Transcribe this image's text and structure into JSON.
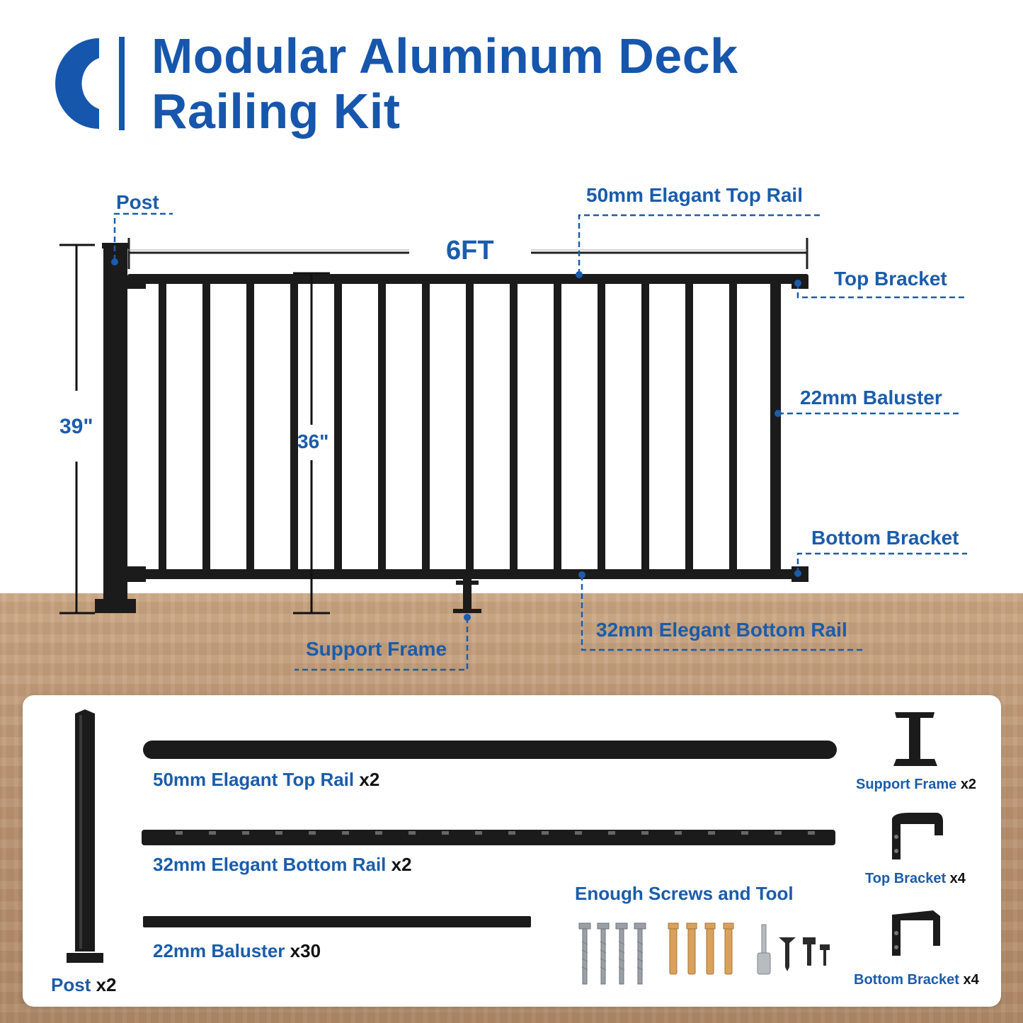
{
  "title": {
    "line1": "Modular Aluminum Deck",
    "line2": "Railing Kit"
  },
  "logo": {
    "icon": "c-logo-icon",
    "color": "#1656ac"
  },
  "diagram": {
    "dimensions": {
      "width": "6FT",
      "post_height": "39\"",
      "rail_height": "36\""
    },
    "callouts": {
      "post": "Post",
      "top_rail": "50mm Elagant Top Rail",
      "top_bracket": "Top Bracket",
      "baluster": "22mm Baluster",
      "bottom_bracket": "Bottom Bracket",
      "bottom_rail": "32mm Elegant Bottom Rail",
      "support_frame": "Support Frame"
    }
  },
  "kit": {
    "post": {
      "label": "Post",
      "qty": "x2"
    },
    "top_rail": {
      "label": "50mm Elagant Top Rail",
      "qty": "x2"
    },
    "bottom_rail": {
      "label": "32mm Elegant Bottom Rail",
      "qty": "x2"
    },
    "baluster": {
      "label": "22mm Baluster",
      "qty": "x30"
    },
    "screws": {
      "label": "Enough Screws and Tool"
    },
    "support_frame": {
      "label": "Support Frame",
      "qty": "x2"
    },
    "top_bracket": {
      "label": "Top Bracket",
      "qty": "x4"
    },
    "bottom_bracket": {
      "label": "Bottom Bracket",
      "qty": "x4"
    }
  },
  "colors": {
    "accent": "#1b5cab",
    "metal": "#1b1b1b",
    "floor": "#b89171"
  }
}
